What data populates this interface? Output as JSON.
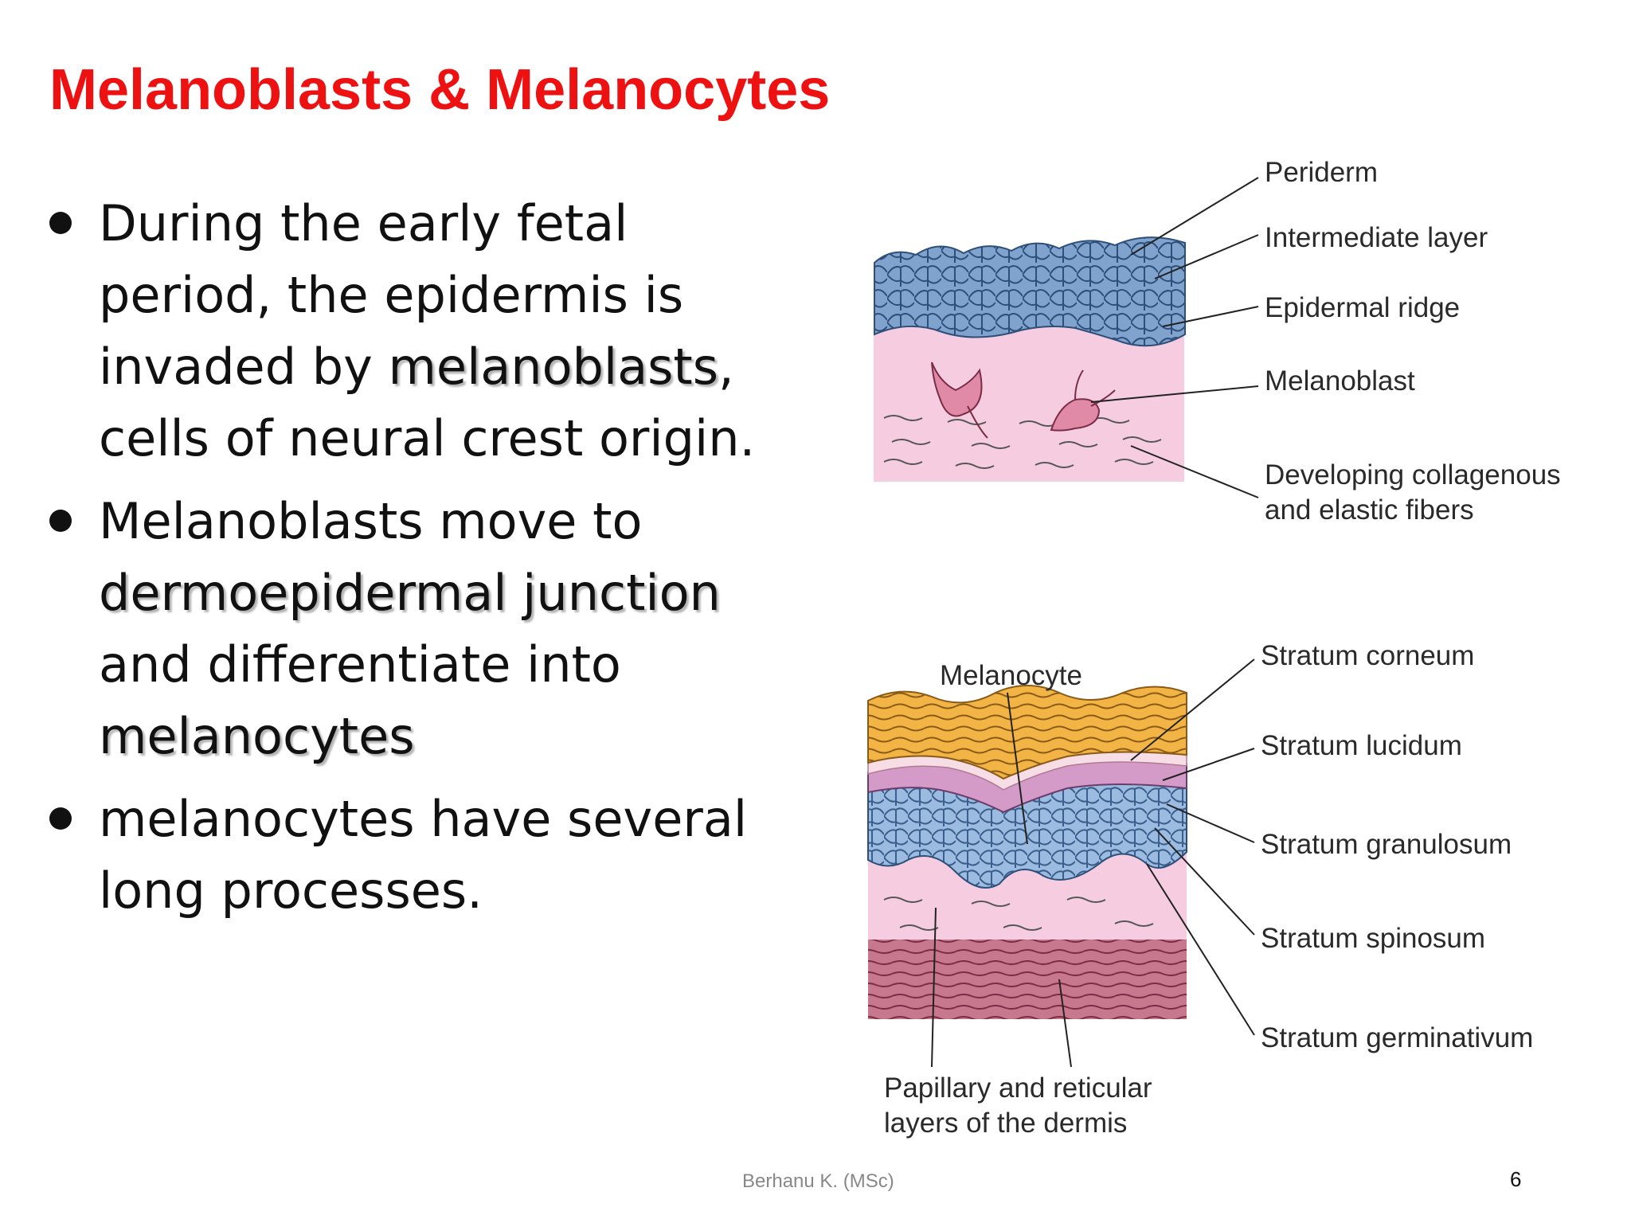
{
  "title": "Melanoblasts & Melanocytes",
  "bullets": [
    {
      "before": "During the early fetal period, the epidermis is invaded by ",
      "highlight": "melanoblasts",
      "after": ", cells of neural crest origin."
    },
    {
      "before": "Melanoblasts move to ",
      "highlight": "dermoepidermal junction",
      "middle": " and differentiate into ",
      "highlight2": "melanocytes",
      "after": ""
    },
    {
      "before": "melanocytes have several long processes."
    }
  ],
  "figure_top": {
    "labels": {
      "periderm": "Periderm",
      "intermediate": "Intermediate layer",
      "ridge": "Epidermal ridge",
      "melanoblast": "Melanoblast",
      "fibers_1": "Developing collagenous",
      "fibers_2": "and elastic fibers"
    }
  },
  "figure_bottom": {
    "labels": {
      "melanocyte": "Melanocyte",
      "corneum": "Stratum corneum",
      "lucidum": "Stratum lucidum",
      "granulosum": "Stratum granulosum",
      "spinosum": "Stratum spinosum",
      "germinativum": "Stratum germinativum",
      "dermis_1": "Papillary and reticular",
      "dermis_2": "layers of the dermis"
    }
  },
  "footer": "Berhanu K. (MSc)",
  "page_number": "6",
  "colors": {
    "title": "#ee1111",
    "epidermis_blue": "#7a9cc4",
    "dermis_pink": "#f4c8dc",
    "corneum_orange": "#f2b24a",
    "reticular_red": "#c87a8e"
  }
}
